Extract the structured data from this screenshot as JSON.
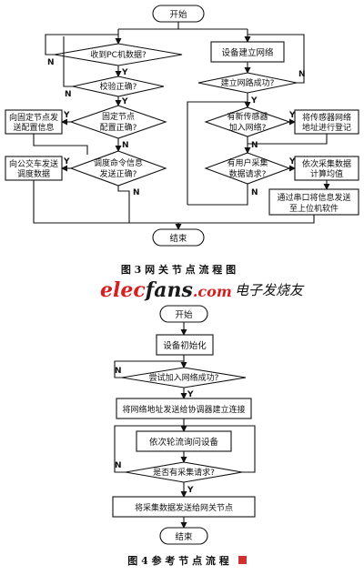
{
  "fig3": {
    "start": "开始",
    "end": "结束",
    "recv_pc": "收到PC机数据?",
    "checksum": "校验正确?",
    "fixed_cfg": [
      "固定节点",
      "配置正确?"
    ],
    "send_cfg": [
      "向固定节点发",
      "送配置信息"
    ],
    "dispatch_ok": [
      "调度命令信息",
      "发送正确?"
    ],
    "send_bus": [
      "向公交车发送",
      "调度数据"
    ],
    "build_net": "设备建立网络",
    "net_ok": "建立网路成功?",
    "new_sensor": [
      "有新传感器",
      "加入网络?"
    ],
    "register": [
      "将传感器网络",
      "地址进行登记"
    ],
    "user_req": [
      "有用户采集",
      "数据请求?"
    ],
    "avg": [
      "依次采集数据",
      "计算均值"
    ],
    "serial": [
      "通过串口将信息发送",
      "至上位机软件"
    ],
    "caption": "图 3    网 关 节 点 流 程 图"
  },
  "watermark": {
    "brand_left": "elec",
    "brand_mid": "fans",
    "brand_right": ".com",
    "cn": "电子发烧友"
  },
  "fig4": {
    "start": "开始",
    "end": "结束",
    "init": "设备初始化",
    "join": "尝试加入网络成功?",
    "send_addr": "将网络地址发送给协调器建立连接",
    "poll": "依次轮流询问设备",
    "req": "是否有采集请求?",
    "send_data": "将采集数据发送给网关节点",
    "caption": "图 4    参 考 节 点 流 程"
  },
  "labels": {
    "yes": "Y",
    "no": "N"
  }
}
